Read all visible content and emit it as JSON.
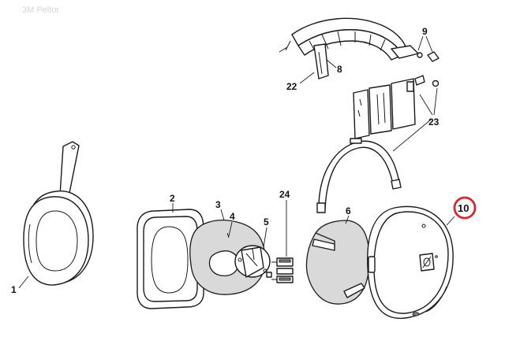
{
  "watermark": "3M Peltor",
  "callouts": {
    "p1": "1",
    "p2": "2",
    "p3": "3",
    "p4": "4",
    "p5": "5",
    "p6": "6",
    "p8": "8",
    "p9": "9",
    "p10": "10",
    "p22": "22",
    "p23": "23",
    "p24": "24"
  },
  "highlight": {
    "callout": "10",
    "ring_color": "#d7262e"
  },
  "colors": {
    "line": "#1a1a1a",
    "shade": "#d9d9d9",
    "background": "#ffffff"
  }
}
